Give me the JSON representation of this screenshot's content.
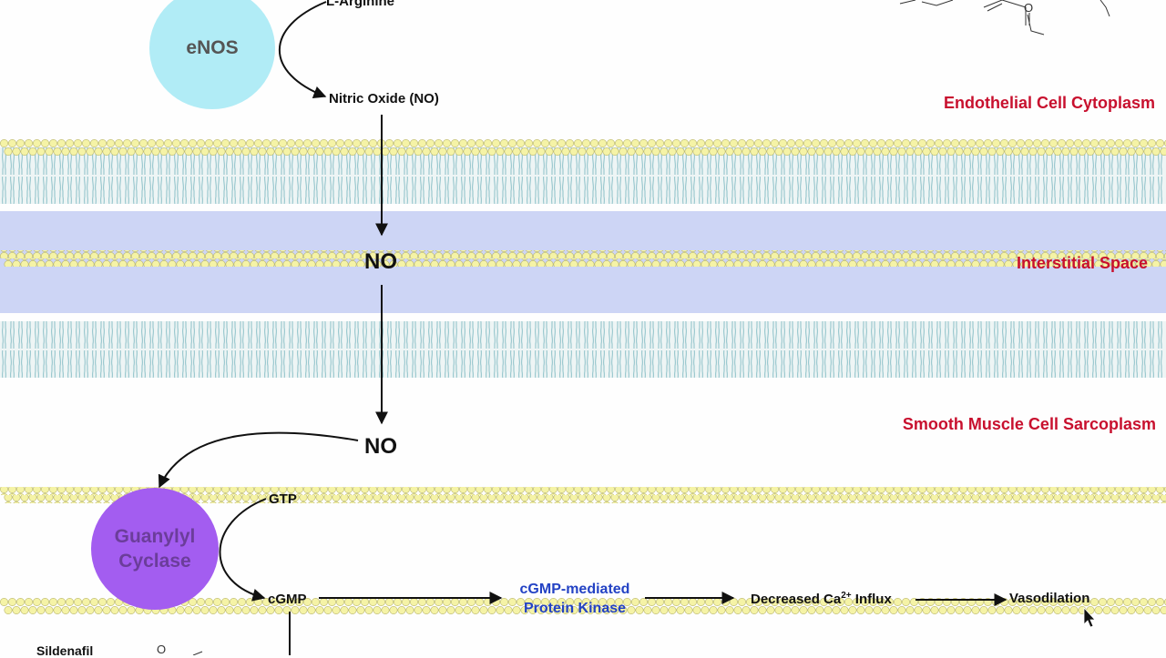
{
  "labels": {
    "l_arginine": "L-Arginine",
    "nitric_oxide": "Nitric Oxide (NO)",
    "no_interstitial": "NO",
    "no_sarcoplasm": "NO",
    "gtp": "GTP",
    "cgmp": "cGMP",
    "kinase_line1": "cGMP-mediated",
    "kinase_line2": "Protein Kinase",
    "decreased_prefix": "Decreased Ca",
    "ca_superscript": "2+",
    "decreased_suffix": " Influx",
    "vasodilation": "Vasodilation",
    "sildenafil": "Sildenafil",
    "oxygen_atom": "O"
  },
  "enzymes": {
    "enos": "eNOS",
    "guanylyl_line1": "Guanylyl",
    "guanylyl_line2": "Cyclase"
  },
  "regions": {
    "endothelial": "Endothelial Cell Cytoplasm",
    "interstitial": "Interstitial Space",
    "sarcoplasm": "Smooth Muscle Cell Sarcoplasm"
  },
  "colors": {
    "region_text": "#c8102e",
    "enos_fill": "#b1ecf6",
    "enos_text": "#555555",
    "guanylyl_fill": "#a35df0",
    "guanylyl_text": "#6b3d9a",
    "interstitial_fill": "#cdd5f5",
    "lipid_head": "#f5f3a6",
    "lipid_head_stroke": "#b8b56a",
    "lipid_tail": "#93c4cb",
    "kinase_text": "#2342c4"
  }
}
